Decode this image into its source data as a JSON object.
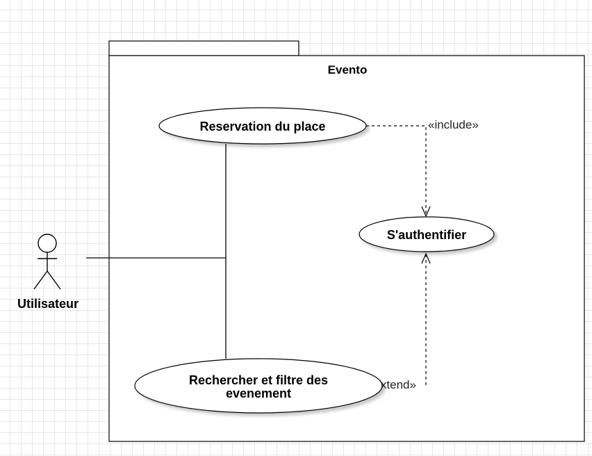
{
  "diagram": {
    "package": {
      "title": "Evento"
    },
    "actor": {
      "label": "Utilisateur"
    },
    "use_cases": {
      "reservation": "Reservation du place",
      "auth": "S'authentifier",
      "search_line1": "Rechercher et filtre des",
      "search_line2": "evenement"
    },
    "relations": {
      "include": "«include»",
      "extend": "«extend»"
    }
  }
}
